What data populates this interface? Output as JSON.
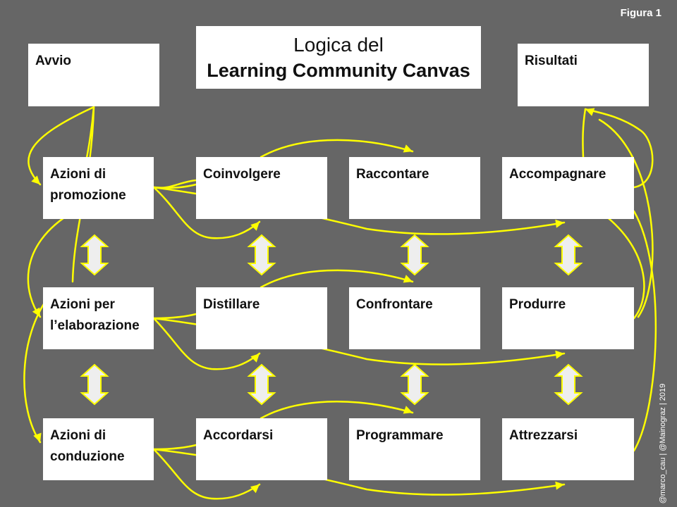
{
  "figure_label": "Figura 1",
  "title": {
    "line1": "Logica del",
    "line2": "Learning Community Canvas"
  },
  "credit": "@marco_cau | @Mainograz | 2019",
  "colors": {
    "background": "#666666",
    "box": "#ffffff",
    "connector": "#ffff00",
    "double_arrow_fill": "#eeeeee",
    "double_arrow_stroke": "#ffff00"
  },
  "nodes": {
    "avvio": {
      "label": "Avvio"
    },
    "risultati": {
      "label": "Risultati"
    },
    "promozione": {
      "line1": "Azioni di",
      "line2": "promozione"
    },
    "elaborazione": {
      "line1": "Azioni per",
      "line2": "l’elaborazione"
    },
    "conduzione": {
      "line1": "Azioni di",
      "line2": "conduzione"
    },
    "coinvolgere": {
      "label": "Coinvolgere"
    },
    "raccontare": {
      "label": "Raccontare"
    },
    "accompagnare": {
      "label": "Accompagnare"
    },
    "distillare": {
      "label": "Distillare"
    },
    "confrontare": {
      "label": "Confrontare"
    },
    "produrre": {
      "label": "Produrre"
    },
    "accordarsi": {
      "label": "Accordarsi"
    },
    "programmare": {
      "label": "Programmare"
    },
    "attrezzarsi": {
      "label": "Attrezzarsi"
    }
  }
}
